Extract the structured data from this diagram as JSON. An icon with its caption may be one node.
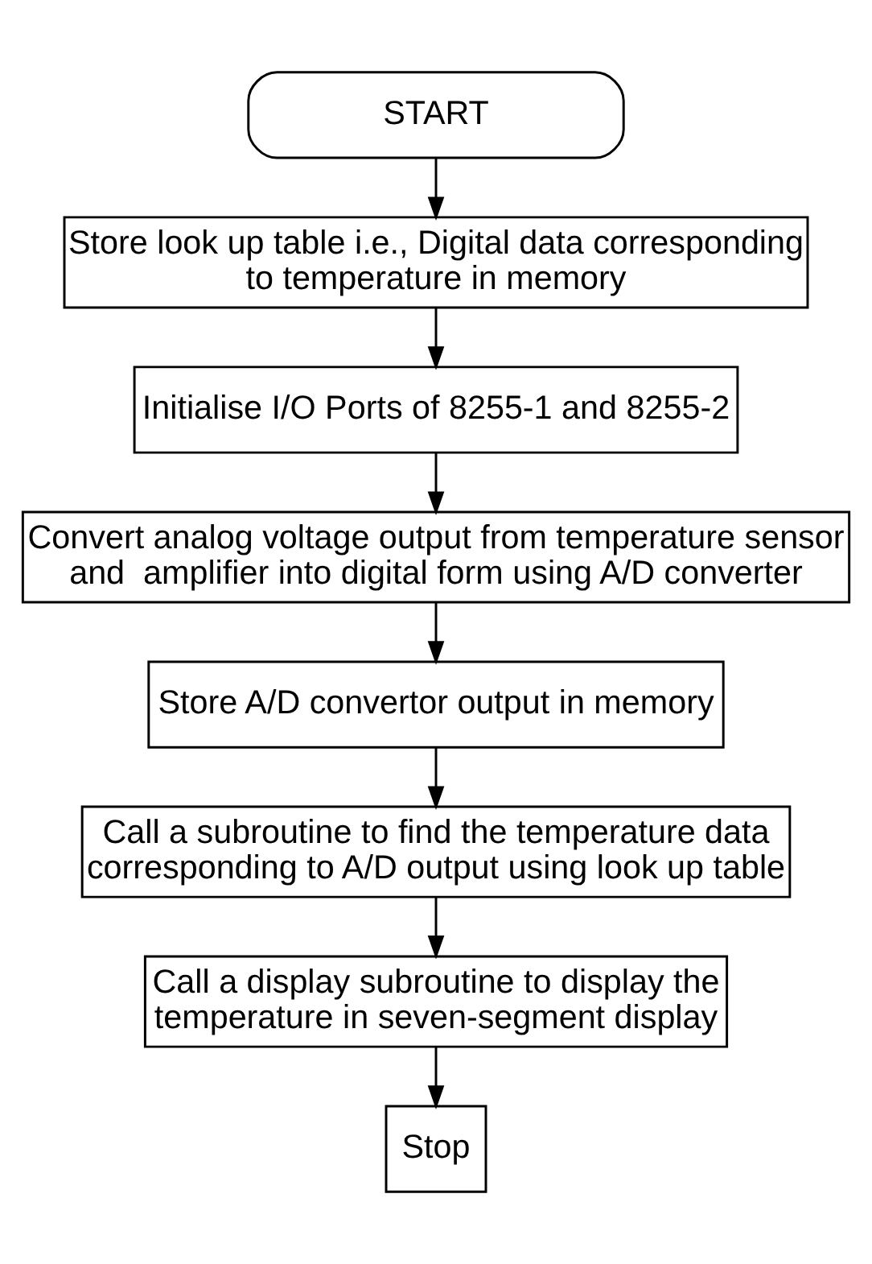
{
  "diagram": {
    "nodes": [
      {
        "text": [
          "START"
        ]
      },
      {
        "text": [
          "Store look up table i.e., Digital data corresponding to temperature in memory"
        ]
      },
      {
        "text": [
          "Initialise I/O Ports of 8255-1 and 8255-2"
        ]
      },
      {
        "text": [
          "Convert analog voltage output from temperature sensor and  amplifier into digital form using A/D converter"
        ]
      },
      {
        "text": [
          "Store A/D convertor output in memory"
        ]
      },
      {
        "text": [
          "Call a subroutine to find the temperature data corresponding to A/D output using look up table"
        ]
      },
      {
        "text": [
          "Call a display subroutine to display the temperature in seven-segment display"
        ]
      },
      {
        "text": [
          "Stop"
        ]
      }
    ],
    "edges": [
      {
        "from": 0,
        "to": 1,
        "arrow": "to"
      },
      {
        "from": 1,
        "to": 2,
        "arrow": "to"
      },
      {
        "from": 2,
        "to": 3,
        "arrow": "to"
      },
      {
        "from": 3,
        "to": 4,
        "arrow": "to"
      },
      {
        "from": 4,
        "to": 5,
        "arrow": "to"
      },
      {
        "from": 5,
        "to": 6,
        "arrow": "to"
      },
      {
        "from": 6,
        "to": 7,
        "arrow": "to"
      }
    ]
  }
}
